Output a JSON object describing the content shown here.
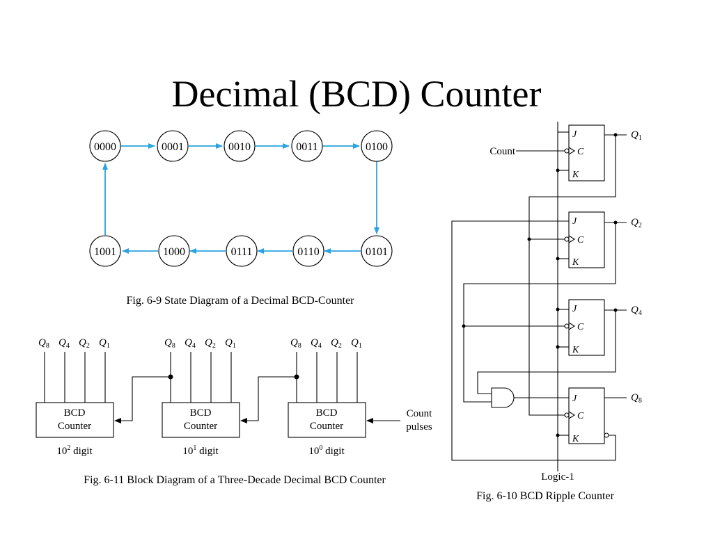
{
  "title": "Decimal (BCD) Counter",
  "state_diagram": {
    "states": [
      "0000",
      "0001",
      "0010",
      "0011",
      "0100",
      "0101",
      "0110",
      "0111",
      "1000",
      "1001"
    ],
    "caption": "Fig. 6-9  State Diagram of a Decimal BCD-Counter",
    "arrow_color": "#2aa3e0"
  },
  "block_diagram": {
    "output_labels": [
      "Q",
      "Q",
      "Q",
      "Q"
    ],
    "output_subscripts": [
      "8",
      "4",
      "2",
      "1"
    ],
    "counters": [
      {
        "line1": "BCD",
        "line2": "Counter",
        "digit_base": "10",
        "digit_exp": "2",
        "digit_word": " digit"
      },
      {
        "line1": "BCD",
        "line2": "Counter",
        "digit_base": "10",
        "digit_exp": "1",
        "digit_word": " digit"
      },
      {
        "line1": "BCD",
        "line2": "Counter",
        "digit_base": "10",
        "digit_exp": "0",
        "digit_word": " digit"
      }
    ],
    "input_line1": "Count",
    "input_line2": "pulses",
    "caption": "Fig. 6-11  Block Diagram of a Three-Decade Decimal BCD Counter"
  },
  "ripple_counter": {
    "count_label": "Count",
    "pins": {
      "j": "J",
      "c": "C",
      "k": "K"
    },
    "outputs": [
      {
        "q": "Q",
        "sub": "1"
      },
      {
        "q": "Q",
        "sub": "2"
      },
      {
        "q": "Q",
        "sub": "4"
      },
      {
        "q": "Q",
        "sub": "8"
      }
    ],
    "logic_label": "Logic-1",
    "caption": "Fig. 6-10  BCD Ripple Counter"
  }
}
